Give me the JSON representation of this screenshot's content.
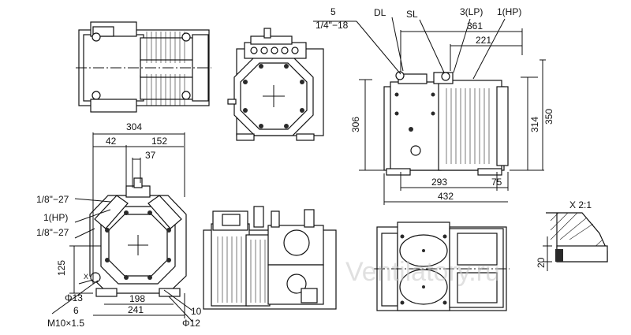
{
  "labels": {
    "port_5": "5",
    "port_5_thread": "1/4\"−18",
    "dl": "DL",
    "sl": "SL",
    "lp": "3(LP)",
    "hp_top": "1(HP)",
    "dim_361": "361",
    "dim_221": "221",
    "dim_306": "306",
    "dim_314": "314",
    "dim_350": "350",
    "dim_293": "293",
    "dim_75": "75",
    "dim_432": "432",
    "dim_304": "304",
    "dim_42": "42",
    "dim_152": "152",
    "dim_37": "37",
    "thread_1": "1/8\"−27",
    "hp_side": "1(HP)",
    "thread_2": "1/8\"−27",
    "dim_125": "125",
    "x_mark": "X",
    "phi13": "Φ13",
    "dim_198": "198",
    "dim_6": "6",
    "dim_241": "241",
    "m10": "M10×1.5",
    "dim_10": "10",
    "phi12": "Φ12",
    "detail": "X 2:1",
    "dim_20": "20"
  },
  "watermark": "Ventilatory.ru",
  "colors": {
    "line": "#111111",
    "fill": "#ffffff",
    "dark": "#2a2a2a"
  }
}
